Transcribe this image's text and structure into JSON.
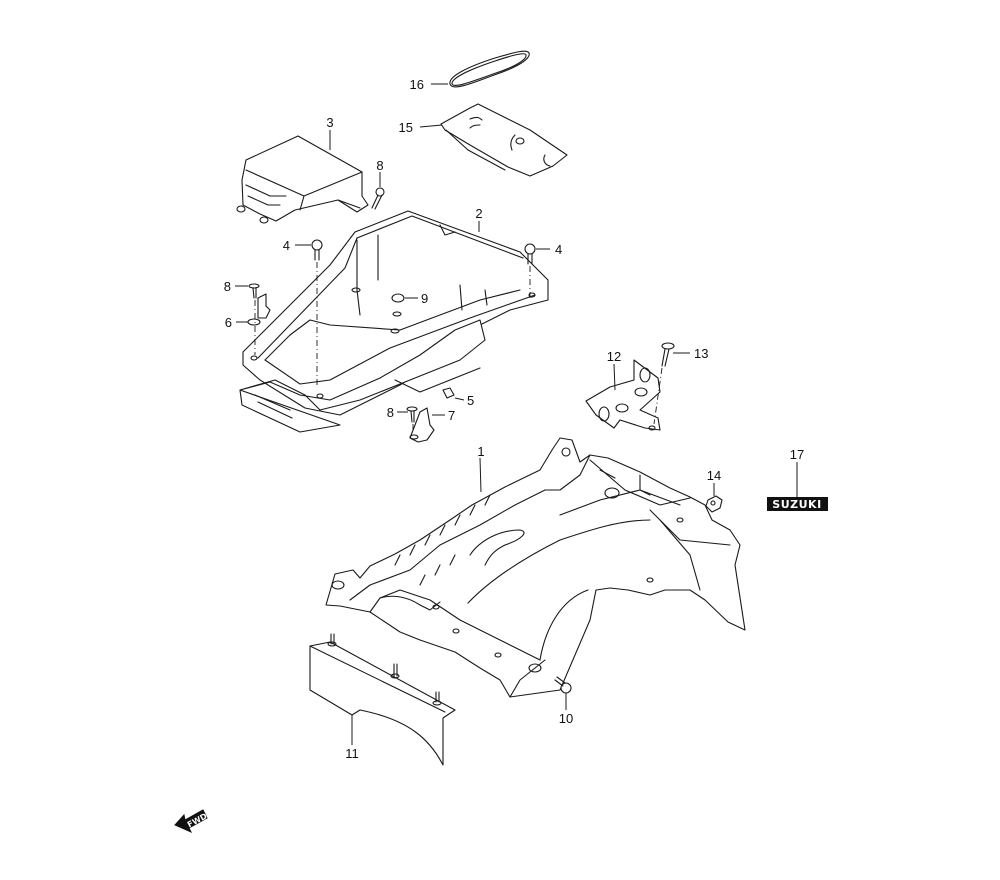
{
  "diagram": {
    "type": "exploded-parts-diagram",
    "colors": {
      "line": "#1a1a1a",
      "background": "#ffffff",
      "badge": "#111111"
    },
    "callouts": {
      "p1": "1",
      "p2": "2",
      "p3": "3",
      "p4_left": "4",
      "p4_right": "4",
      "p5": "5",
      "p6": "6",
      "p7": "7",
      "p8_top": "8",
      "p8_left": "8",
      "p8_bottom": "8",
      "p9": "9",
      "p10": "10",
      "p11": "11",
      "p12": "12",
      "p13": "13",
      "p14": "14",
      "p15": "15",
      "p16": "16",
      "p17": "17"
    },
    "emblem_text": "SUZUKI",
    "direction_arrow": {
      "text": "FWD",
      "icon": "fwd-arrow-icon"
    }
  }
}
